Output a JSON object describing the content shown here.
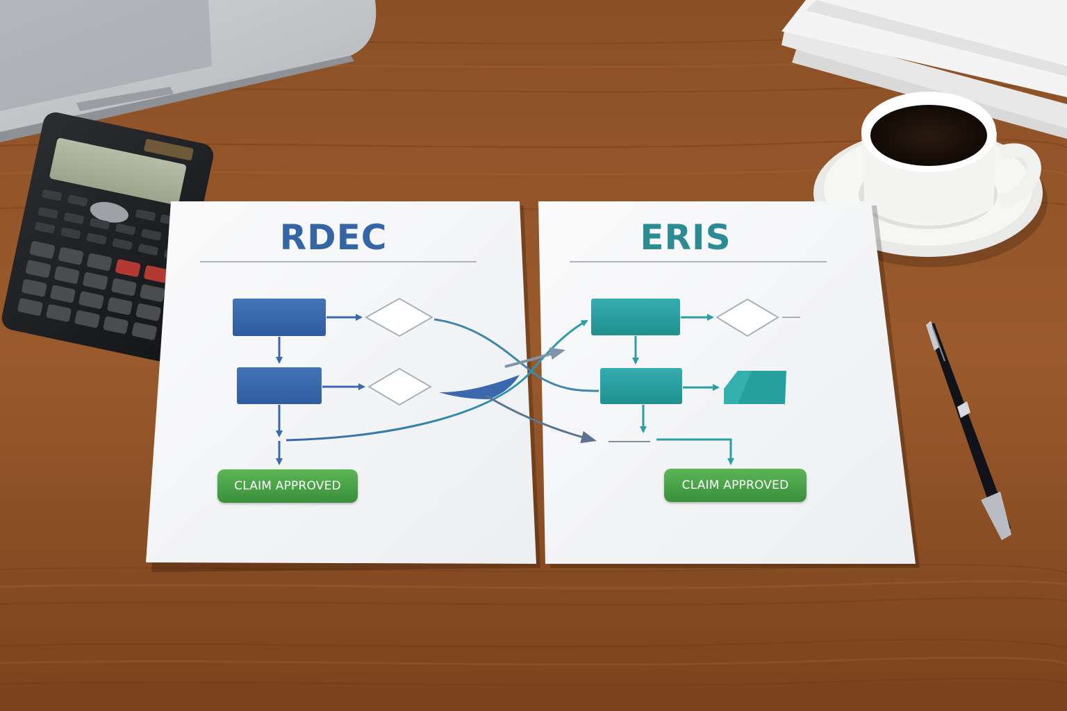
{
  "left_document": {
    "title": "RDEC",
    "outcome_label": "CLAIM APPROVED"
  },
  "right_document": {
    "title": "ERIS",
    "outcome_label": "CLAIM APPROVED"
  },
  "colors": {
    "desk_wood": "#8a4f25",
    "paper": "#f4f5f7",
    "rdec_blue": "#3a68ad",
    "eris_teal": "#2aa2a8",
    "approved_green": "#46a046",
    "title_blue": "#3465a4",
    "title_teal": "#2c8c94"
  },
  "objects": [
    "laptop",
    "calculator",
    "paper-stack",
    "coffee-cup",
    "saucer",
    "pen"
  ]
}
